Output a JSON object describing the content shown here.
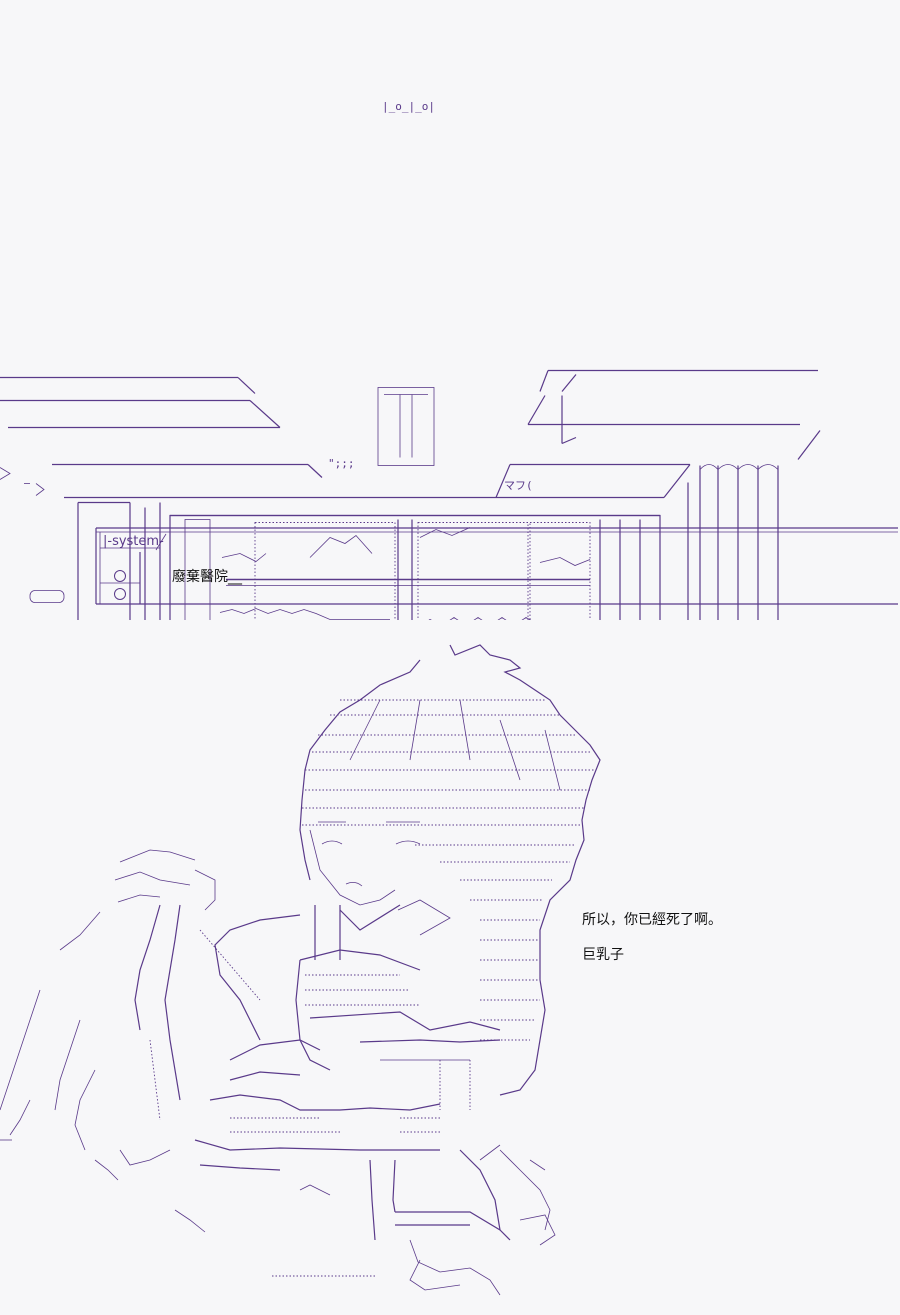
{
  "system": {
    "label": "|-system-",
    "location": "廢棄醫院__"
  },
  "dialogue": {
    "line1": "所以，你已經死了啊。",
    "line2": "巨乳子"
  },
  "scene_text": {
    "door_sign": "|_o_|_o|",
    "sound": "\";;;",
    "stairs_word": "マフ("
  },
  "colors": {
    "art": "#5a3a8a",
    "text": "#111111",
    "background": "#f7f7f9"
  }
}
